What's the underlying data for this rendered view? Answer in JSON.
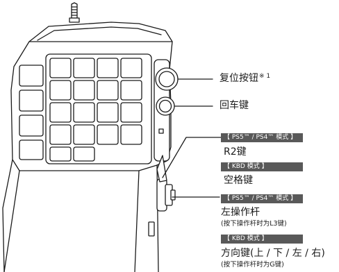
{
  "callouts": {
    "reset_button": {
      "label": "复位按钮",
      "note": "※ 1"
    },
    "enter_key": {
      "label": "回车键"
    },
    "r2": {
      "mode_a_tag": "【 PS5™ / PS4™ 模式 】",
      "mode_a_label": "R2键",
      "mode_b_tag": "【 KBD 模式 】",
      "mode_b_label": "空格键"
    },
    "stick": {
      "mode_a_tag": "【 PS5™ / PS4™ 模式 】",
      "mode_a_label": "左操作杆",
      "mode_a_note": "(按下操作杆时为L3键)",
      "mode_b_tag": "【 KBD 模式 】",
      "mode_b_label": "方向键(上 / 下 / 左 / 右)",
      "mode_b_note": "(按下操作杆时为G键)"
    }
  },
  "colors": {
    "line": "#1a1a1a",
    "tag_bg": "#595959"
  }
}
